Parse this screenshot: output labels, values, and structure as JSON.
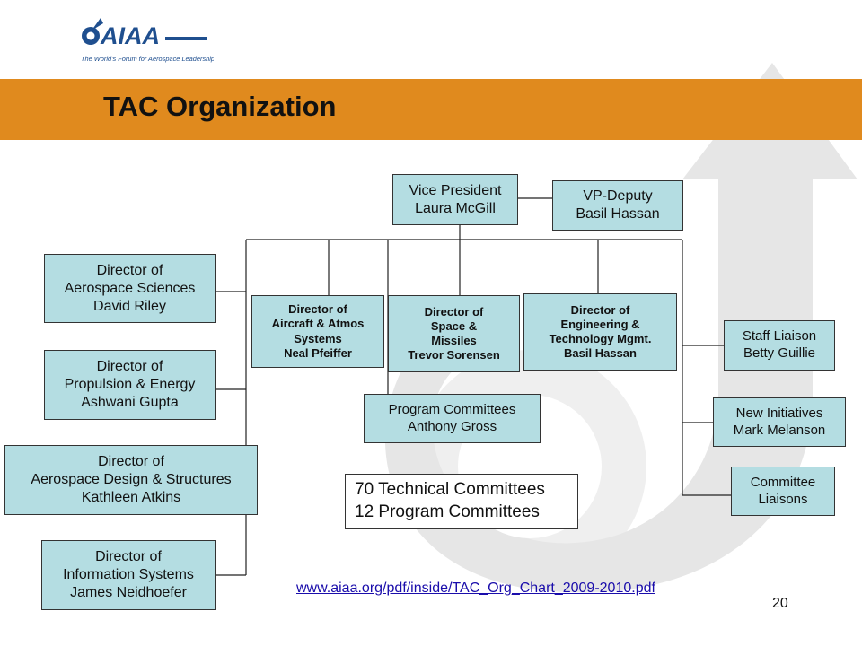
{
  "slide": {
    "title": "TAC Organization",
    "page_number": "20",
    "link": "www.aiaa.org/pdf/inside/TAC_Org_Chart_2009-2010.pdf",
    "logo": {
      "mark": "AIAA",
      "tagline": "The World's Forum for Aerospace Leadership"
    },
    "colors": {
      "banner": "#e08a1e",
      "box_fill": "#b4dde2",
      "watermark": "#e3e3e3"
    }
  },
  "org": {
    "vp": {
      "title": "Vice President",
      "name": "Laura McGill"
    },
    "vp_deputy": {
      "title": "VP-Deputy",
      "name": "Basil Hassan"
    },
    "dir_aero_sciences": {
      "l1": "Director of",
      "l2": "Aerospace Sciences",
      "l3": "David Riley"
    },
    "dir_propulsion": {
      "l1": "Director of",
      "l2": "Propulsion & Energy",
      "l3": "Ashwani Gupta"
    },
    "dir_design": {
      "l1": "Director of",
      "l2": "Aerospace Design & Structures",
      "l3": "Kathleen Atkins"
    },
    "dir_info": {
      "l1": "Director of",
      "l2": "Information Systems",
      "l3": "James Neidhoefer"
    },
    "dir_aircraft": {
      "l1": "Director of",
      "l2": "Aircraft & Atmos",
      "l3": "Systems",
      "l4": "Neal Pfeiffer"
    },
    "dir_space": {
      "l1": "Director of",
      "l2": "Space &",
      "l3": "Missiles",
      "l4": "Trevor Sorensen"
    },
    "dir_engineering": {
      "l1": "Director of",
      "l2": "Engineering &",
      "l3": "Technology Mgmt.",
      "l4": "Basil Hassan"
    },
    "program_committees": {
      "l1": "Program Committees",
      "l2": "Anthony Gross"
    },
    "staff_liaison": {
      "l1": "Staff Liaison",
      "l2": "Betty Guillie"
    },
    "new_initiatives": {
      "l1": "New Initiatives",
      "l2": "Mark Melanson"
    },
    "committee_liaisons": {
      "l1": "Committee",
      "l2": "Liaisons"
    },
    "committee_counts": {
      "l1": "70 Technical Committees",
      "l2": "12 Program Committees"
    }
  }
}
